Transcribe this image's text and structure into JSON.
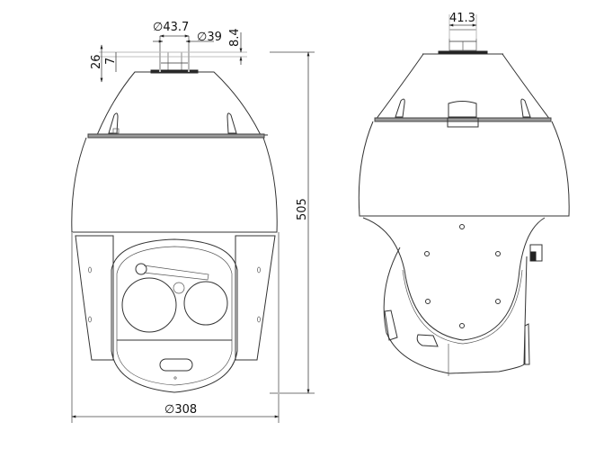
{
  "drawing": {
    "title": "PTZ camera dimension drawing",
    "views": [
      {
        "name": "front-view"
      },
      {
        "name": "side-view"
      }
    ],
    "dimensions": {
      "mount_outer_diameter": "∅43.7",
      "mount_inner_diameter": "∅39",
      "mount_flange_height": "8.4",
      "top_height": "26",
      "top_step": "7",
      "total_height": "505",
      "body_diameter": "∅308",
      "side_mount_width": "41.3"
    },
    "colors": {
      "line": "#333333",
      "extension_line": "#bbbbbb",
      "band": "#999999",
      "background": "#ffffff"
    }
  }
}
